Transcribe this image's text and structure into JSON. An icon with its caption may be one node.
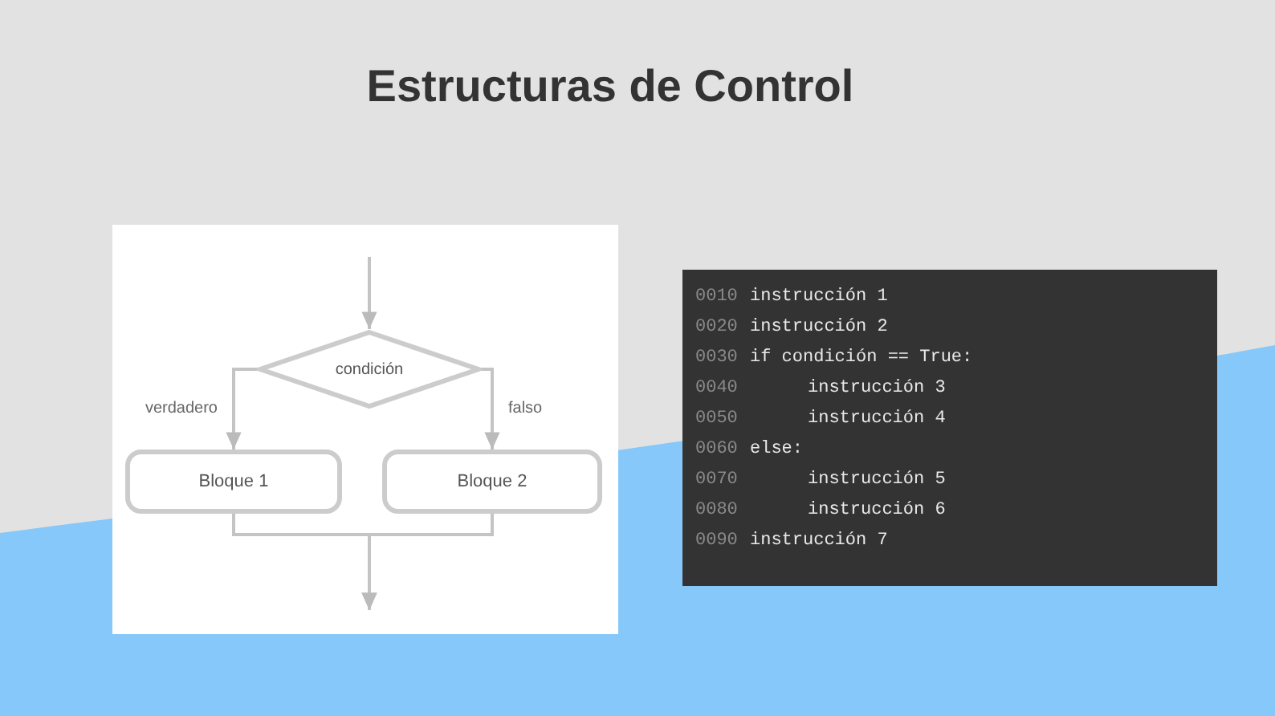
{
  "diagram": {
    "title": "Estructuras de Control",
    "nodes": [
      {
        "text": [
          "condición"
        ]
      },
      {
        "text": [
          "Bloque 1"
        ]
      },
      {
        "text": [
          "Bloque 2"
        ]
      }
    ],
    "edges": [
      {
        "from": null,
        "to": 0,
        "arrow": "to"
      },
      {
        "from": 0,
        "to": 1,
        "arrow": "to",
        "label": "verdadero"
      },
      {
        "from": 0,
        "to": 2,
        "arrow": "to",
        "label": "falso"
      },
      {
        "from": 1,
        "to": null,
        "arrow": "to"
      },
      {
        "from": 2,
        "to": null,
        "arrow": "to"
      }
    ],
    "labels": [
      "0010",
      "instrucción 1",
      "0020",
      "instrucción 2",
      "0030",
      "if condición == True:",
      "0040",
      "instrucción 3",
      "0050",
      "instrucción 4",
      "0060",
      "else:",
      "0070",
      "instrucción 5",
      "0080",
      "instrucción 6",
      "0090",
      "instrucción 7"
    ]
  }
}
